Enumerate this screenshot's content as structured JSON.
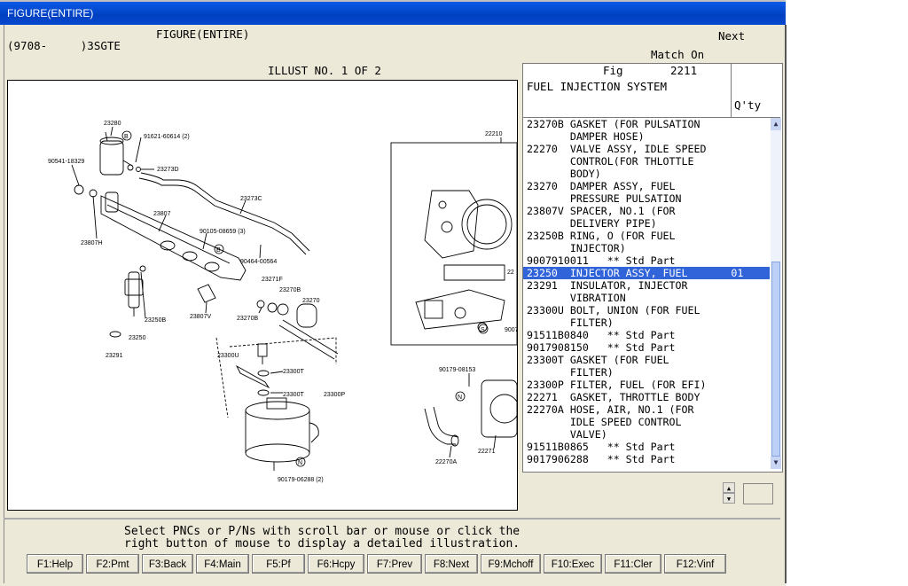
{
  "window": {
    "title": "FIGURE(ENTIRE)"
  },
  "header": {
    "model_code": "(9708-     )3SGTE",
    "figure_title": "FIGURE(ENTIRE)",
    "next_label": "Next",
    "match_label": "Match On",
    "illust_label": "ILLUST NO. 1 OF 2"
  },
  "figure": {
    "fig_label": "Fig",
    "fig_number": "2211",
    "system_name": "FUEL INJECTION SYSTEM",
    "qty_header": "Q'ty"
  },
  "parts": [
    {
      "text": "23270B GASKET (FOR PULSATION"
    },
    {
      "text": "       DAMPER HOSE)"
    },
    {
      "text": "22270  VALVE ASSY, IDLE SPEED"
    },
    {
      "text": "       CONTROL(FOR THLOTTLE"
    },
    {
      "text": "       BODY)"
    },
    {
      "text": "23270  DAMPER ASSY, FUEL"
    },
    {
      "text": "       PRESSURE PULSATION"
    },
    {
      "text": "23807V SPACER, NO.1 (FOR"
    },
    {
      "text": "       DELIVERY PIPE)"
    },
    {
      "text": "23250B RING, O (FOR FUEL"
    },
    {
      "text": "       INJECTOR)"
    },
    {
      "text": "9007910011   ** Std Part"
    },
    {
      "text": "23250  INJECTOR ASSY, FUEL       01",
      "selected": true
    },
    {
      "text": "23291  INSULATOR, INJECTOR"
    },
    {
      "text": "       VIBRATION"
    },
    {
      "text": "23300U BOLT, UNION (FOR FUEL"
    },
    {
      "text": "       FILTER)"
    },
    {
      "text": "91511B0840   ** Std Part"
    },
    {
      "text": "9017908150   ** Std Part"
    },
    {
      "text": "23300T GASKET (FOR FUEL"
    },
    {
      "text": "       FILTER)"
    },
    {
      "text": "23300P FILTER, FUEL (FOR EFI)"
    },
    {
      "text": "22271  GASKET, THROTTLE BODY"
    },
    {
      "text": "22270A HOSE, AIR, NO.1 (FOR"
    },
    {
      "text": "       IDLE SPEED CONTROL"
    },
    {
      "text": "       VALVE)"
    },
    {
      "text": "91511B0865   ** Std Part"
    },
    {
      "text": "9017906288   ** Std Part"
    }
  ],
  "footer": {
    "instruction_line1": "Select PNCs or P/Ns with scroll bar or mouse or click the",
    "instruction_line2": "right button of mouse to display a detailed illustration."
  },
  "fkeys": [
    "F1:Help",
    "F2:Pmt",
    "F3:Back",
    "F4:Main",
    "F5:Pf",
    "F6:Hcpy",
    "F7:Prev",
    "F8:Next",
    "F9:Mchoff",
    "F10:Exec",
    "F11:Cler",
    "F12:Vinf"
  ],
  "diagram_labels": {
    "l1": "23280",
    "l2": "91621-60614 (2)",
    "l3": "90541-18329",
    "l4": "23273D",
    "l5": "23273C",
    "l6": "23807",
    "l7": "90105-08659 (3)",
    "l8": "23807H",
    "l9": "90464-00564",
    "l10": "23250B",
    "l11": "23250",
    "l12": "23291",
    "l13": "23807V",
    "l14": "23271F",
    "l15": "23270B",
    "l16": "23270",
    "l17": "23270B",
    "l18": "23300U",
    "l19": "23300T",
    "l20": "23300T",
    "l21": "23300P",
    "l22": "90179-06288 (2)",
    "l23": "22210",
    "l24": "90179-08153",
    "l25": "22270A",
    "l26": "22271",
    "l27": "B",
    "l28": "N",
    "l29": "S",
    "l30": "B",
    "l31": "N",
    "l32": "22",
    "l33": "9007"
  },
  "colors": {
    "title_bar": "#0a5ae8",
    "selection": "#3064d8",
    "background": "#ece9d8"
  }
}
